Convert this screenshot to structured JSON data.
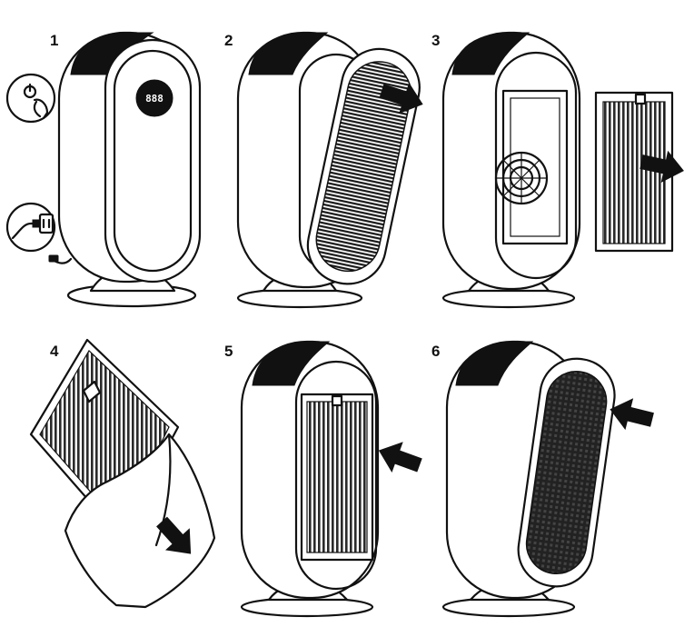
{
  "steps": [
    {
      "number": "1",
      "label_name": "step-1-number"
    },
    {
      "number": "2",
      "label_name": "step-2-number"
    },
    {
      "number": "3",
      "label_name": "step-3-number"
    },
    {
      "number": "4",
      "label_name": "step-4-number"
    },
    {
      "number": "5",
      "label_name": "step-5-number"
    },
    {
      "number": "6",
      "label_name": "step-6-number"
    }
  ],
  "display": {
    "readout": "888"
  },
  "colors": {
    "ink": "#111111",
    "paper": "#ffffff",
    "filter_grey": "#555555"
  },
  "icons": [
    "power-button-icon",
    "power-plug-icon",
    "arrow-icon",
    "air-purifier-icon",
    "filter-icon",
    "filter-bag-icon"
  ]
}
